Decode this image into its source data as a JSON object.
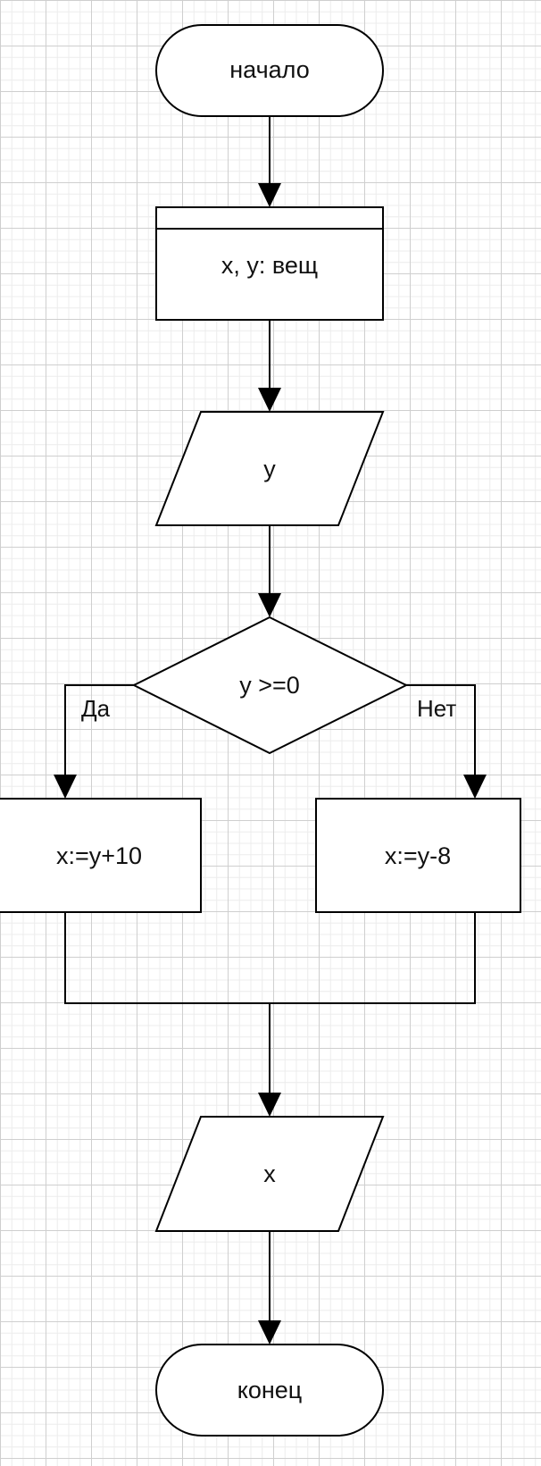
{
  "nodes": {
    "start": "начало",
    "declare": "x, y: вещ",
    "input": "y",
    "condition": "y >=0",
    "yes_action": "x:=y+10",
    "no_action": "x:=y-8",
    "output": "x",
    "end": "конец"
  },
  "edges": {
    "yes_label": "Да",
    "no_label": "Нет"
  }
}
